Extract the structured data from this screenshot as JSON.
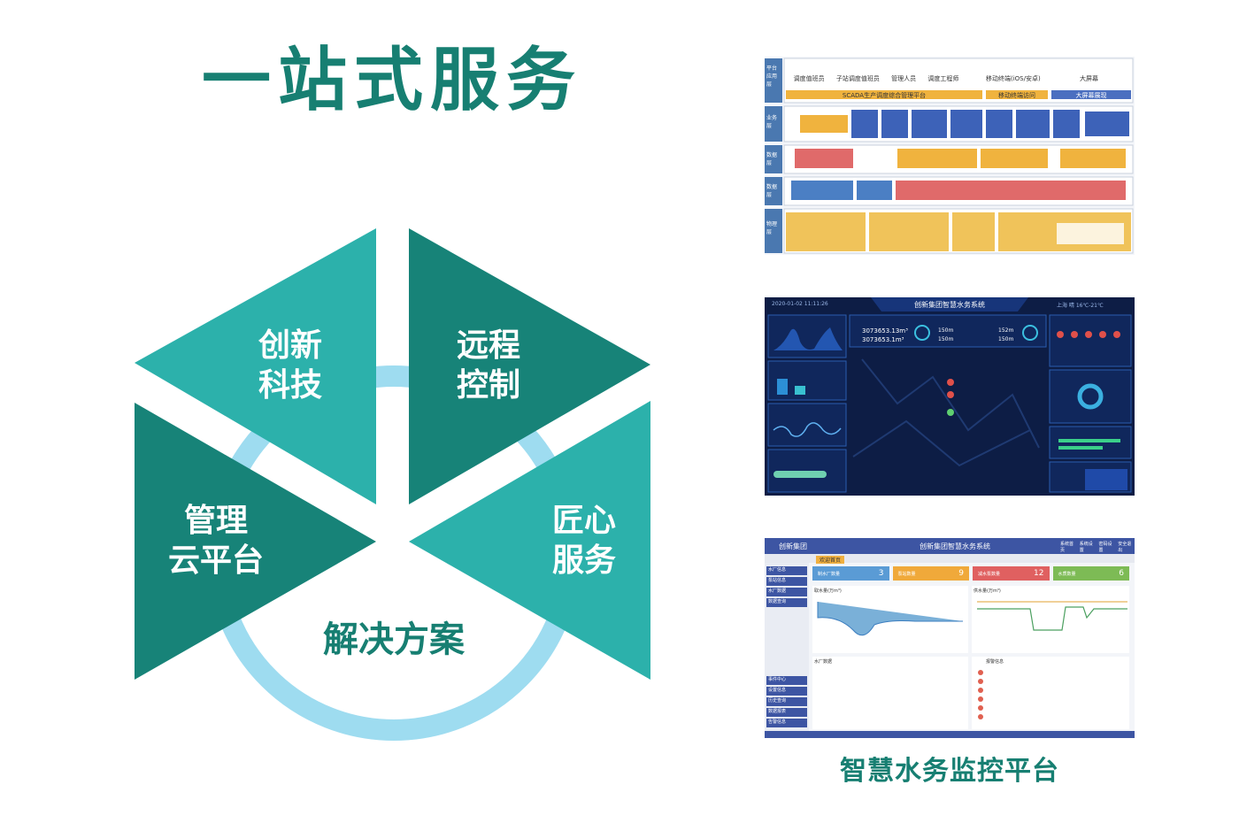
{
  "title": "一站式服务",
  "diagram": {
    "segments": [
      {
        "line1": "创新",
        "line2": "科技"
      },
      {
        "line1": "远程",
        "line2": "控制"
      },
      {
        "line1": "管理",
        "line2": "云平台"
      },
      {
        "line1": "匠心",
        "line2": "服务"
      }
    ],
    "solution": "解决方案"
  },
  "caption": "智慧水务监控平台",
  "shot1": {
    "layers": [
      "平台应用层",
      "业务层",
      "数据层",
      "数据层",
      "物理层"
    ],
    "scada": "SCADA生产调度综合管理平台",
    "mobile": "移动终端访问",
    "bigscreen": "大屏幕展现",
    "roles": [
      "调度值班员",
      "子站调度值班员",
      "管理人员",
      "调度工程师"
    ],
    "devices": [
      "移动终端(iOS/安卓)",
      "大屏幕"
    ]
  },
  "shot2": {
    "datetime": "2020-01-02 11:11:26",
    "title": "创新集团智慧水务系统",
    "weather": "上海  晴  16℃-21℃",
    "stats": [
      "3073653.13m³",
      "3073653.1m³",
      "150m",
      "150m",
      "152m",
      "150m"
    ]
  },
  "shot3": {
    "brand": "创新集团",
    "title": "创新集团智慧水务系统",
    "tab": "欢迎首页",
    "menu": [
      "水厂信息",
      "泵站信息",
      "水厂数据",
      "数据查询"
    ],
    "menu2": [
      "事件中心",
      "设置信息",
      "历史查询",
      "数据报表",
      "告警信息"
    ],
    "nav": [
      "系统首页",
      "系统设置",
      "密码设置",
      "安全退出"
    ],
    "cards": [
      {
        "label": "制水厂数量",
        "value": "3",
        "color": "#5a9bd5"
      },
      {
        "label": "泵站数量",
        "value": "9",
        "color": "#f0a93a"
      },
      {
        "label": "减水泵数量",
        "value": "12",
        "color": "#e06060"
      },
      {
        "label": "水质数量",
        "value": "6",
        "color": "#7dbb55"
      }
    ],
    "chart_left": "取水量(万m³)",
    "chart_right": "供水量(万m³)",
    "table_left": "水厂数据",
    "table_right": "报警信息"
  }
}
